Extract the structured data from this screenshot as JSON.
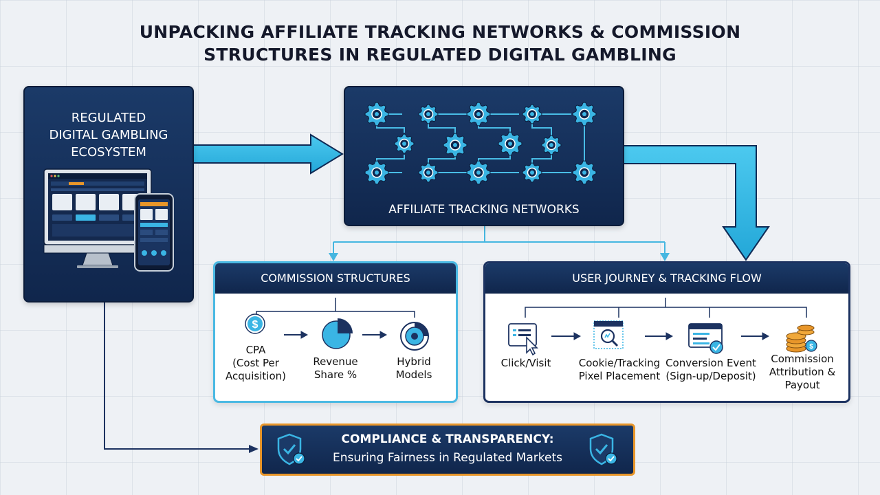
{
  "title": {
    "line1": "UNPACKING AFFILIATE TRACKING NETWORKS & COMMISSION",
    "line2": "STRUCTURES IN REGULATED DIGITAL GAMBLING"
  },
  "ecosystem": {
    "line1": "REGULATED",
    "line2": "DIGITAL GAMBLING",
    "line3": "ECOSYSTEM"
  },
  "network": {
    "label": "AFFILIATE TRACKING NETWORKS"
  },
  "commission": {
    "heading": "COMMISSION STRUCTURES",
    "items": [
      {
        "line1": "CPA",
        "line2": "(Cost Per",
        "line3": "Acquisition)",
        "icon": "dollar-icon"
      },
      {
        "line1": "Revenue",
        "line2": "Share %",
        "icon": "pie-chart-icon"
      },
      {
        "line1": "Hybrid",
        "line2": "Models",
        "icon": "hybrid-target-icon"
      }
    ]
  },
  "journey": {
    "heading": "USER JOURNEY & TRACKING FLOW",
    "steps": [
      {
        "line1": "Click/Visit",
        "icon": "click-cursor-icon"
      },
      {
        "line1": "Cookie/Tracking",
        "line2": "Pixel Placement",
        "icon": "pixel-search-icon"
      },
      {
        "line1": "Conversion Event",
        "line2": "(Sign-up/Deposit)",
        "icon": "conversion-check-icon"
      },
      {
        "line1": "Commission",
        "line2": "Attribution &",
        "line3": "Payout",
        "icon": "coin-stack-icon"
      }
    ]
  },
  "compliance": {
    "title": "COMPLIANCE & TRANSPARENCY:",
    "subtitle": "Ensuring Fairness in Regulated Markets",
    "icon": "shield-check-icon"
  },
  "colors": {
    "navy": "#10264c",
    "cyan": "#38bde6",
    "orange": "#e8962a",
    "background": "#eef1f5"
  }
}
